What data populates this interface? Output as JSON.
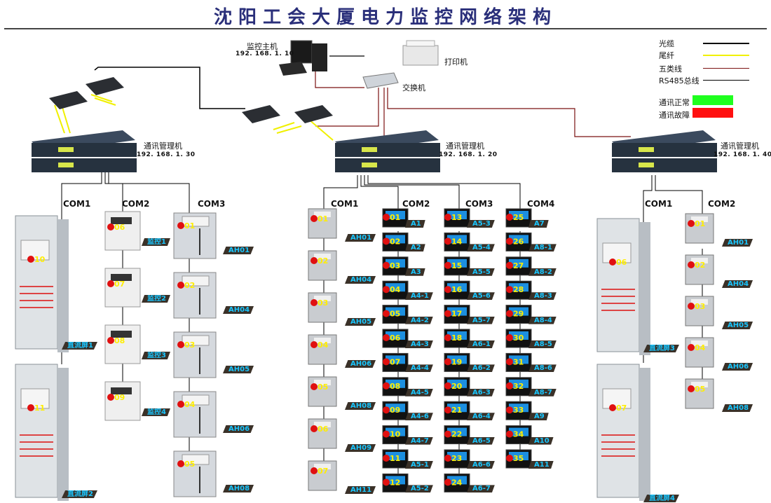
{
  "title": "沈阳工会大厦电力监控网络架构",
  "host": {
    "label": "监控主机",
    "ip": "192. 168. 1. 10"
  },
  "printer": "打印机",
  "switch": "交换机",
  "legend": {
    "lines": [
      {
        "label": "光缆",
        "color": "#000000"
      },
      {
        "label": "尾纤",
        "color": "#f0f000"
      },
      {
        "label": "五类线",
        "color": "#7a1010"
      },
      {
        "label": "RS485总线",
        "color": "#000000"
      }
    ],
    "status": [
      {
        "label": "通讯正常",
        "color": "#1fff1f"
      },
      {
        "label": "通讯故障",
        "color": "#ff1010"
      }
    ]
  },
  "managers": [
    {
      "label": "通讯管理机",
      "ip": "192. 168. 1. 30"
    },
    {
      "label": "通讯管理机",
      "ip": "192. 168. 1. 20"
    },
    {
      "label": "通讯管理机",
      "ip": "192. 168. 1. 40"
    }
  ],
  "left": {
    "com1": "COM1",
    "com2": "COM2",
    "com3": "COM3",
    "cabinets": [
      {
        "num": "10",
        "tag": "直流屏1"
      },
      {
        "num": "11",
        "tag": "直流屏2"
      }
    ],
    "monitors": [
      {
        "num": "06",
        "tag": "监控1"
      },
      {
        "num": "07",
        "tag": "监控2"
      },
      {
        "num": "08",
        "tag": "监控3"
      },
      {
        "num": "09",
        "tag": "监控4"
      }
    ],
    "protectors": [
      {
        "num": "01",
        "tag": "AH01"
      },
      {
        "num": "02",
        "tag": "AH04"
      },
      {
        "num": "03",
        "tag": "AH05"
      },
      {
        "num": "04",
        "tag": "AH06"
      },
      {
        "num": "05",
        "tag": "AH08"
      }
    ]
  },
  "middle": {
    "com1": "COM1",
    "com2": "COM2",
    "com3": "COM3",
    "com4": "COM4",
    "col1": [
      {
        "num": "01",
        "tag": "AH01"
      },
      {
        "num": "02",
        "tag": "AH04"
      },
      {
        "num": "03",
        "tag": "AH05"
      },
      {
        "num": "04",
        "tag": "AH06"
      },
      {
        "num": "05",
        "tag": "AH08"
      },
      {
        "num": "06",
        "tag": "AH09"
      },
      {
        "num": "07",
        "tag": "AH11"
      }
    ],
    "col2": [
      {
        "num": "01",
        "tag": "A1"
      },
      {
        "num": "02",
        "tag": "A2"
      },
      {
        "num": "03",
        "tag": "A3"
      },
      {
        "num": "04",
        "tag": "A4-1"
      },
      {
        "num": "05",
        "tag": "A4-2"
      },
      {
        "num": "06",
        "tag": "A4-3"
      },
      {
        "num": "07",
        "tag": "A4-4"
      },
      {
        "num": "08",
        "tag": "A4-5"
      },
      {
        "num": "09",
        "tag": "A4-6"
      },
      {
        "num": "10",
        "tag": "A4-7"
      },
      {
        "num": "11",
        "tag": "A5-1"
      },
      {
        "num": "12",
        "tag": "A5-2"
      }
    ],
    "col3": [
      {
        "num": "13",
        "tag": "A5-3"
      },
      {
        "num": "14",
        "tag": "A5-4"
      },
      {
        "num": "15",
        "tag": "A5-5"
      },
      {
        "num": "16",
        "tag": "A5-6"
      },
      {
        "num": "17",
        "tag": "A5-7"
      },
      {
        "num": "18",
        "tag": "A6-1"
      },
      {
        "num": "19",
        "tag": "A6-2"
      },
      {
        "num": "20",
        "tag": "A6-3"
      },
      {
        "num": "21",
        "tag": "A6-4"
      },
      {
        "num": "22",
        "tag": "A6-5"
      },
      {
        "num": "23",
        "tag": "A6-6"
      },
      {
        "num": "24",
        "tag": "A6-7"
      }
    ],
    "col4": [
      {
        "num": "25",
        "tag": "A7"
      },
      {
        "num": "26",
        "tag": "A8-1"
      },
      {
        "num": "27",
        "tag": "A8-2"
      },
      {
        "num": "28",
        "tag": "A8-3"
      },
      {
        "num": "29",
        "tag": "A8-4"
      },
      {
        "num": "30",
        "tag": "A8-5"
      },
      {
        "num": "31",
        "tag": "A8-6"
      },
      {
        "num": "32",
        "tag": "A8-7"
      },
      {
        "num": "33",
        "tag": "A9"
      },
      {
        "num": "34",
        "tag": "A10"
      },
      {
        "num": "35",
        "tag": "A11"
      }
    ]
  },
  "right": {
    "com1": "COM1",
    "com2": "COM2",
    "cabinets": [
      {
        "num": "06",
        "tag": "直流屏3"
      },
      {
        "num": "07",
        "tag": "直流屏4"
      }
    ],
    "relays": [
      {
        "num": "01",
        "tag": "AH01"
      },
      {
        "num": "02",
        "tag": "AH04"
      },
      {
        "num": "03",
        "tag": "AH05"
      },
      {
        "num": "04",
        "tag": "AH06"
      },
      {
        "num": "05",
        "tag": "AH08"
      }
    ]
  }
}
